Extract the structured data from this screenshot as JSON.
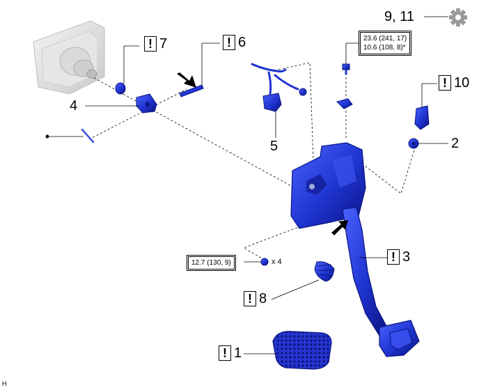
{
  "callouts": {
    "c1": "1",
    "c2": "2",
    "c3": "3",
    "c4": "4",
    "c5": "5",
    "c6": "6",
    "c7": "7",
    "c8": "8",
    "c9_11": "9, 11",
    "c10": "10"
  },
  "torque": {
    "t1_line1": "23.6 (241, 17)",
    "t1_line2": "10.6 (108, 8)*",
    "t2": "12.7 (130, 9)"
  },
  "quantity": "x 4",
  "warning_symbol": "!",
  "corner_label": "H",
  "colors": {
    "part_blue": "#2a3fd6",
    "part_dark": "#0d1a8a",
    "line": "#000000"
  }
}
